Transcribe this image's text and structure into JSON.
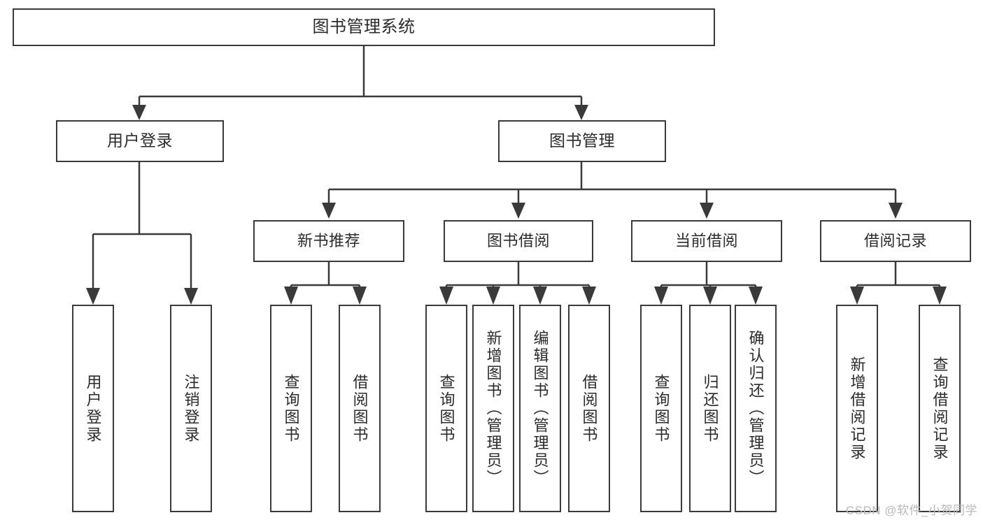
{
  "diagram": {
    "title": "图书管理系统",
    "type": "tree",
    "root": {
      "label": "图书管理系统"
    },
    "level2": [
      {
        "label": "用户登录"
      },
      {
        "label": "图书管理"
      }
    ],
    "level3": [
      {
        "label": "新书推荐"
      },
      {
        "label": "图书借阅"
      },
      {
        "label": "当前借阅"
      },
      {
        "label": "借阅记录"
      }
    ],
    "leaves": {
      "user_login": [
        {
          "label": "用户登录"
        },
        {
          "label": "注销登录"
        }
      ],
      "new_book_recommend": [
        {
          "label": "查询图书"
        },
        {
          "label": "借阅图书"
        }
      ],
      "book_borrow": [
        {
          "label": "查询图书"
        },
        {
          "label": "新增图书（管理员）"
        },
        {
          "label": "编辑图书（管理员）"
        },
        {
          "label": "借阅图书"
        }
      ],
      "current_borrow": [
        {
          "label": "查询图书"
        },
        {
          "label": "归还图书"
        },
        {
          "label": "确认归还（管理员）"
        }
      ],
      "borrow_records": [
        {
          "label": "新增借阅记录"
        },
        {
          "label": "查询借阅记录"
        }
      ]
    }
  },
  "watermark": {
    "text": "CSDN @软件_小贺同学"
  },
  "colors": {
    "stroke": "#3a3a3a",
    "text": "#2b2b2b",
    "background": "#ffffff",
    "watermark": "#b9b9b9"
  }
}
